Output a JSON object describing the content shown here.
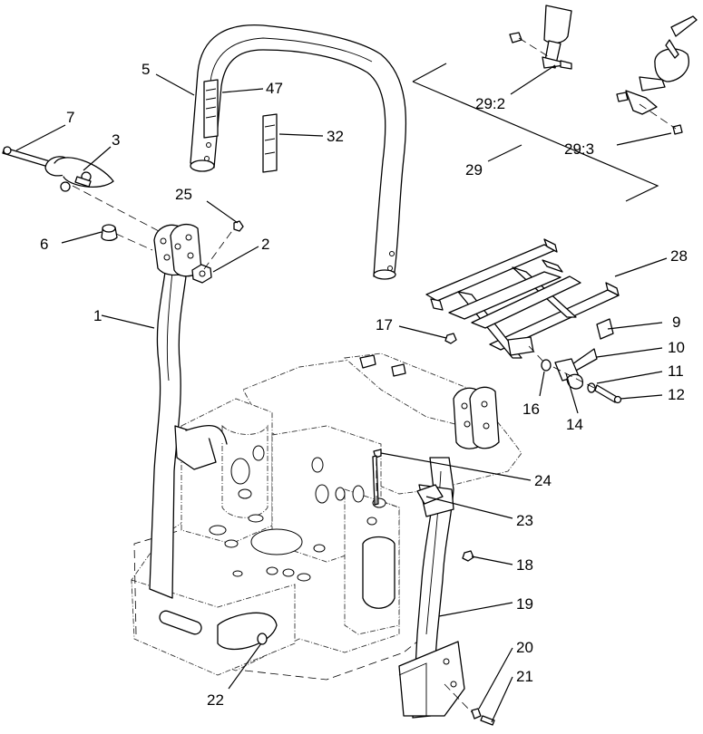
{
  "diagram": {
    "callouts": [
      {
        "id": "c1",
        "text": "1"
      },
      {
        "id": "c2",
        "text": "2"
      },
      {
        "id": "c3",
        "text": "3"
      },
      {
        "id": "c5",
        "text": "5"
      },
      {
        "id": "c6",
        "text": "6"
      },
      {
        "id": "c7",
        "text": "7"
      },
      {
        "id": "c9",
        "text": "9"
      },
      {
        "id": "c10",
        "text": "10"
      },
      {
        "id": "c11",
        "text": "11"
      },
      {
        "id": "c12",
        "text": "12"
      },
      {
        "id": "c14",
        "text": "14"
      },
      {
        "id": "c16",
        "text": "16"
      },
      {
        "id": "c17",
        "text": "17"
      },
      {
        "id": "c18",
        "text": "18"
      },
      {
        "id": "c19",
        "text": "19"
      },
      {
        "id": "c20",
        "text": "20"
      },
      {
        "id": "c21",
        "text": "21"
      },
      {
        "id": "c22",
        "text": "22"
      },
      {
        "id": "c23",
        "text": "23"
      },
      {
        "id": "c24",
        "text": "24"
      },
      {
        "id": "c25",
        "text": "25"
      },
      {
        "id": "c28",
        "text": "28"
      },
      {
        "id": "c29",
        "text": "29"
      },
      {
        "id": "c29_2",
        "text": "29:2"
      },
      {
        "id": "c29_3",
        "text": "29:3"
      },
      {
        "id": "c32",
        "text": "32"
      },
      {
        "id": "c47",
        "text": "47"
      }
    ],
    "colors": {
      "line": "#000000",
      "background": "#ffffff",
      "frame": "#333333"
    }
  }
}
